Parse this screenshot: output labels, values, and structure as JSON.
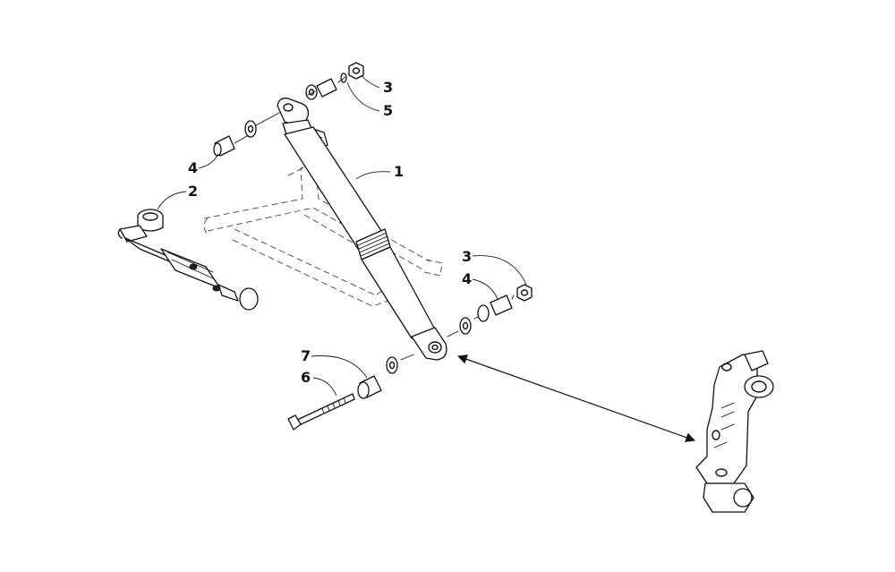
{
  "callouts": {
    "c1": "1",
    "c2": "2",
    "c3_top": "3",
    "c5": "5",
    "c4_left": "4",
    "c3_right": "3",
    "c4_right": "4",
    "c7": "7",
    "c6": "6"
  },
  "colors": {
    "line": "#111111",
    "background": "#ffffff",
    "ghost": "#555555"
  }
}
